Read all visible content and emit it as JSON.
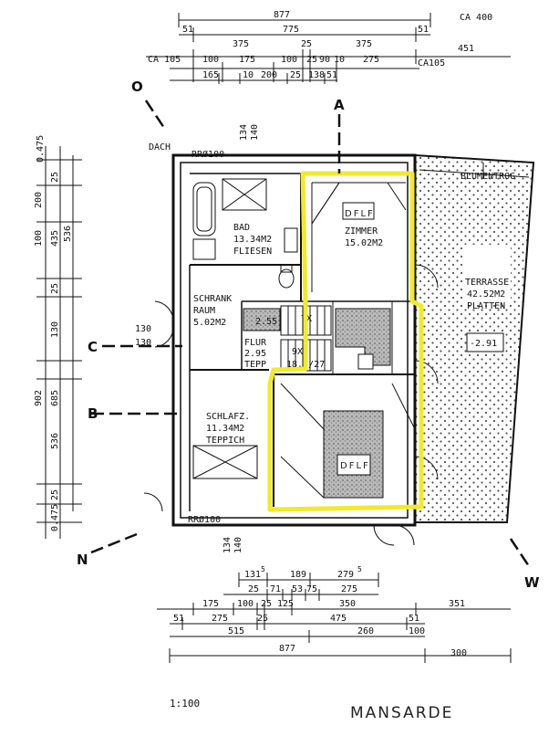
{
  "scale": "1:100",
  "floor_name": "MANSARDE",
  "north_label": "N",
  "west_label": "W",
  "section_markers": [
    "O",
    "A",
    "B",
    "C"
  ],
  "annotations": {
    "dach": "DACH",
    "rr_top": "RRØ100",
    "rr_bottom": "RRØ100",
    "blumentrog": "BLUMENTROG",
    "dfl_1": "DFLF",
    "dfl_2": "DFLF",
    "level": "-2.91",
    "stairs_1": "7X",
    "stairs_2": "9X",
    "stairs_2_detail": "18.5/27",
    "ca400": "CA 400",
    "ca105_left": "CA 105",
    "ca105_right": "CA105"
  },
  "rooms": {
    "bad": {
      "name": "BAD",
      "area": "13.34M2",
      "floor": "FLIESEN"
    },
    "zimmer": {
      "name": "ZIMMER",
      "area": "15.02M2"
    },
    "schrankraum": {
      "name": "SCHRANK",
      "name2": "RAUM",
      "area": "5.02M2"
    },
    "flur": {
      "name": "FLUR",
      "area": "2.95",
      "floor": "TEPP"
    },
    "wc": {
      "area": "2.55"
    },
    "schlafz": {
      "name": "SCHLAFZ.",
      "area": "11.34M2",
      "floor": "TEPPICH"
    },
    "terrasse": {
      "name": "TERRASSE",
      "area": "42.52M2",
      "floor": "PLATTEN"
    }
  },
  "dimensions": {
    "top": {
      "row1": [
        "877"
      ],
      "row2": [
        "51",
        "775",
        "51"
      ],
      "row3": [
        "375",
        "25",
        "375",
        "451"
      ],
      "row4": [
        "100",
        "175",
        "100",
        "25",
        "90",
        "10",
        "275"
      ],
      "row5": [
        "165",
        "10",
        "200",
        "25",
        "138",
        "51"
      ]
    },
    "left": {
      "col_a": [
        "0.475",
        "25",
        "200"
      ],
      "col_b": [
        "100",
        "435",
        "536",
        "25"
      ],
      "col_c": [
        "130",
        "130"
      ],
      "col_d": [
        "902",
        "685",
        "536",
        "25",
        "0.475"
      ]
    },
    "bottom": {
      "row0": [
        "131",
        "5",
        "189",
        "279",
        "5"
      ],
      "row1": [
        "25",
        "71",
        "53",
        "75",
        "275"
      ],
      "row2": [
        "175",
        "100",
        "25",
        "125",
        "350",
        "351"
      ],
      "row3": [
        "51",
        "275",
        "25",
        "475",
        "51"
      ],
      "row4": [
        "515",
        "260",
        "100"
      ],
      "row5": [
        "877",
        "300"
      ]
    },
    "wall_marks": [
      "134",
      "140",
      "134",
      "140"
    ]
  },
  "colors": {
    "highlight": "#f2ea2a",
    "ink": "#111111",
    "shade": "#9a9a9a"
  }
}
